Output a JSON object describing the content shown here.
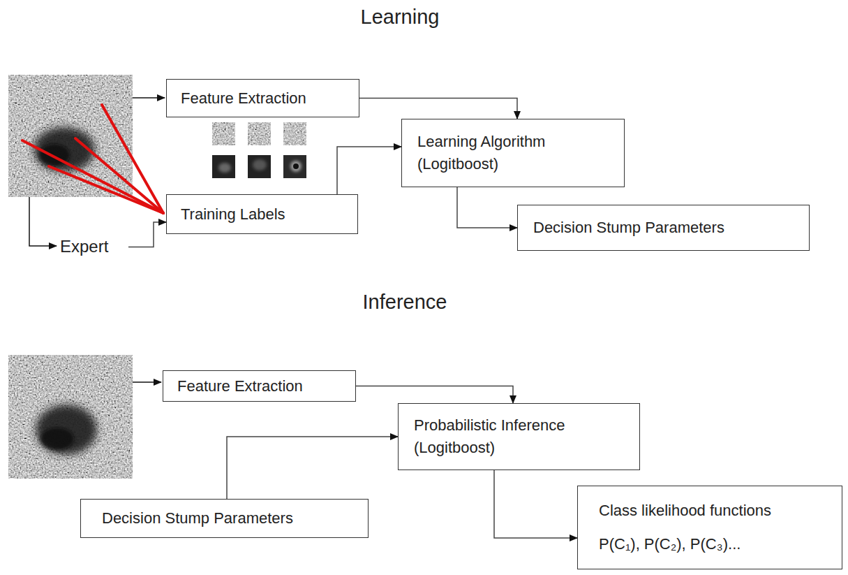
{
  "diagram": {
    "nodes": [
      {
        "text": [
          "Feature Extraction"
        ]
      },
      {
        "text": [
          "Learning Algorithm (Logitboost)"
        ]
      },
      {
        "text": [
          "Training Labels"
        ]
      },
      {
        "text": [
          "Decision Stump Parameters"
        ]
      },
      {
        "text": [
          "Expert"
        ]
      },
      {
        "text": [
          "Feature Extraction"
        ]
      },
      {
        "text": [
          "Probabilistic Inference (Logitboost)"
        ]
      },
      {
        "text": [
          "Decision Stump Parameters"
        ]
      },
      {
        "text": [
          "Class likelihood functions",
          "P(C₁), P(C₂), P(C₃)..."
        ]
      }
    ],
    "edges": [
      {
        "from": 0,
        "to": 1,
        "arrow": "to"
      },
      {
        "from": 2,
        "to": 1,
        "arrow": "to"
      },
      {
        "from": 1,
        "to": 3,
        "arrow": "to"
      },
      {
        "from": 4,
        "to": 2,
        "arrow": "to"
      },
      {
        "from": 5,
        "to": 6,
        "arrow": "to"
      },
      {
        "from": 7,
        "to": 6,
        "arrow": "to"
      },
      {
        "from": 6,
        "to": 8,
        "arrow": "to"
      }
    ],
    "labels": [
      "Learning",
      "Inference"
    ]
  }
}
